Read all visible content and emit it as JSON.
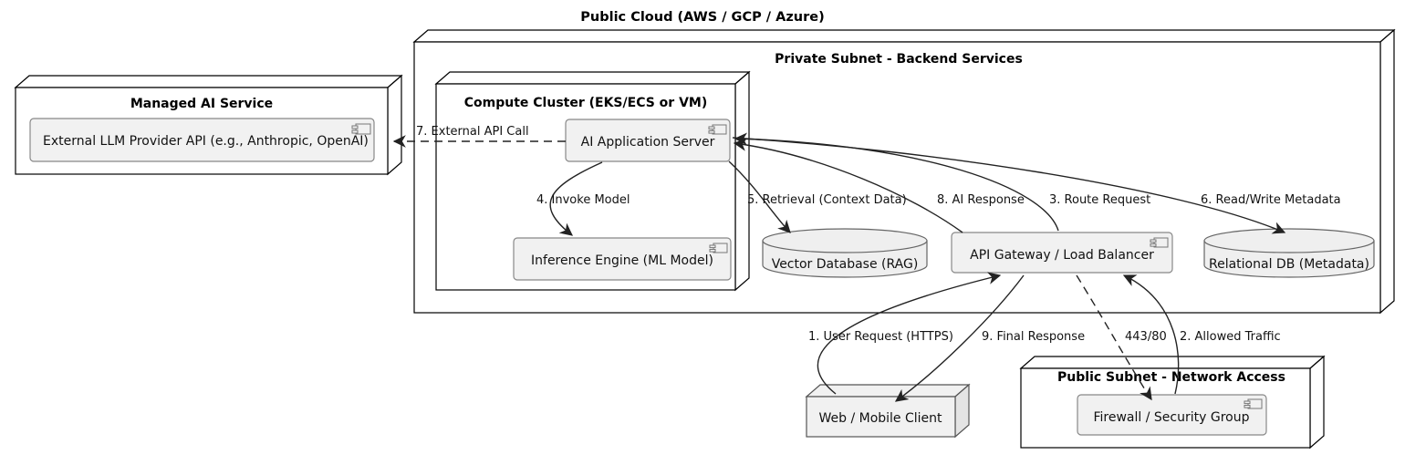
{
  "diagram": {
    "type": "uml-deployment-diagram",
    "title": "Public Cloud (AWS / GCP / Azure)",
    "background": "#ffffff",
    "colors": {
      "node_fill": "#ffffff",
      "component_fill": "#F1F1F1",
      "database_fill": "#EFEFEF",
      "stroke": "#000000",
      "component_stroke": "#888888",
      "edge": "#222222"
    }
  },
  "containers": {
    "public_cloud": {
      "label": "Public Cloud (AWS / GCP / Azure)"
    },
    "managed_ai_service": {
      "label": "Managed AI Service"
    },
    "private_subnet": {
      "label": "Private Subnet - Backend Services"
    },
    "compute_cluster": {
      "label": "Compute Cluster (EKS/ECS or VM)"
    },
    "public_subnet": {
      "label": "Public Subnet - Network Access"
    }
  },
  "nodes": {
    "external_llm": {
      "label": "External LLM Provider API (e.g., Anthropic, OpenAI)",
      "shape": "component"
    },
    "ai_app_server": {
      "label": "AI Application Server",
      "shape": "component"
    },
    "inference_engine": {
      "label": "Inference Engine (ML Model)",
      "shape": "component"
    },
    "vector_db": {
      "label": "Vector Database (RAG)",
      "shape": "database"
    },
    "api_gateway": {
      "label": "API Gateway / Load Balancer",
      "shape": "component"
    },
    "relational_db": {
      "label": "Relational DB (Metadata)",
      "shape": "database"
    },
    "web_client": {
      "label": "Web / Mobile Client",
      "shape": "node"
    },
    "firewall": {
      "label": "Firewall / Security Group",
      "shape": "component"
    }
  },
  "edges": [
    {
      "id": 1,
      "label": "1. User Request (HTTPS)",
      "from": "web_client",
      "to": "api_gateway",
      "style": "solid"
    },
    {
      "id": 2,
      "label": "2. Allowed Traffic",
      "from": "firewall",
      "to": "api_gateway",
      "style": "solid"
    },
    {
      "id": 3,
      "label": "3. Route Request",
      "from": "api_gateway",
      "to": "ai_app_server",
      "style": "solid"
    },
    {
      "id": 4,
      "label": "4. Invoke Model",
      "from": "ai_app_server",
      "to": "inference_engine",
      "style": "solid"
    },
    {
      "id": 5,
      "label": "5. Retrieval (Context Data)",
      "from": "ai_app_server",
      "to": "vector_db",
      "style": "solid"
    },
    {
      "id": 6,
      "label": "6. Read/Write Metadata",
      "from": "ai_app_server",
      "to": "relational_db",
      "style": "solid"
    },
    {
      "id": 7,
      "label": "7. External API Call",
      "from": "ai_app_server",
      "to": "external_llm",
      "style": "dashed"
    },
    {
      "id": 8,
      "label": "8. AI Response",
      "from": "api_gateway",
      "to": "ai_app_server",
      "style": "solid"
    },
    {
      "id": 9,
      "label": "9. Final Response",
      "from": "api_gateway",
      "to": "web_client",
      "style": "solid"
    },
    {
      "id": 10,
      "label": "443/80",
      "from": "api_gateway",
      "to": "firewall",
      "style": "dashed"
    }
  ],
  "icons": {
    "component": "component-icon",
    "database": "database-cylinder-icon"
  }
}
